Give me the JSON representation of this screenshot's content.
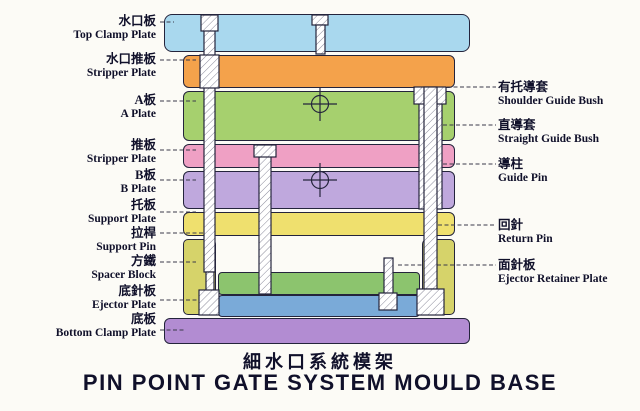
{
  "titles": {
    "chinese": "細水口系統模架",
    "english": "PIN POINT GATE SYSTEM MOULD BASE"
  },
  "left_labels": [
    {
      "cn": "水口板",
      "en": "Top Clamp Plate"
    },
    {
      "cn": "水口推板",
      "en": "Stripper Plate"
    },
    {
      "cn": "A板",
      "en": "A Plate"
    },
    {
      "cn": "推板",
      "en": "Stripper Plate"
    },
    {
      "cn": "B板",
      "en": "B Plate"
    },
    {
      "cn": "托板",
      "en": "Support Plate"
    },
    {
      "cn": "拉桿",
      "en": "Support Pin"
    },
    {
      "cn": "方鐵",
      "en": "Spacer Block"
    },
    {
      "cn": "底針板",
      "en": "Ejector Plate"
    },
    {
      "cn": "底板",
      "en": "Bottom Clamp Plate"
    }
  ],
  "right_labels": [
    {
      "cn": "有托導套",
      "en": "Shoulder Guide Bush"
    },
    {
      "cn": "直導套",
      "en": "Straight Guide Bush"
    },
    {
      "cn": "導柱",
      "en": "Guide Pin"
    },
    {
      "cn": "回針",
      "en": "Return Pin"
    },
    {
      "cn": "面針板",
      "en": "Ejector Retainer Plate"
    }
  ],
  "colors": {
    "top_clamp_plate": "#a9d8ee",
    "runner_stripper_plate": "#f4a24b",
    "a_plate": "#a6d06e",
    "stripper_plate": "#efa0c4",
    "b_plate": "#bfa8dd",
    "support_plate": "#efe06e",
    "spacer_block": "#d6d36a",
    "ejector_retainer_plate": "#8cc46e",
    "ejector_plate": "#7aaad8",
    "bottom_clamp_plate": "#b28cd2",
    "outline": "#24243c",
    "label_text": "#10102a"
  }
}
